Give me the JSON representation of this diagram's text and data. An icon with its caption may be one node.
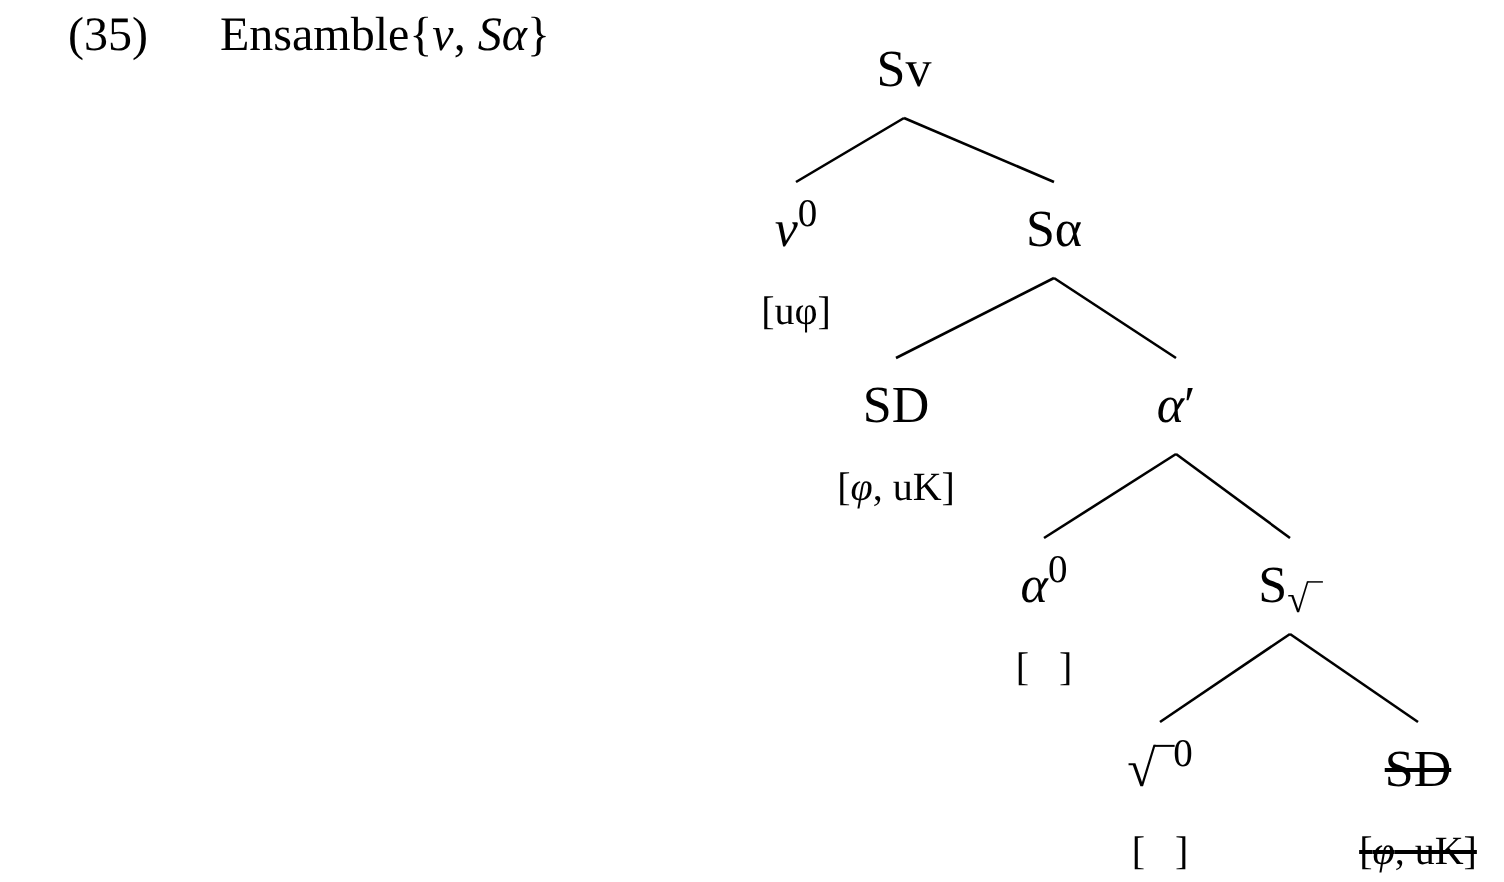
{
  "diagram": {
    "title": "Ensamble{*v*, *Sα*}",
    "labels": [
      "(35)"
    ],
    "nodes": [
      {
        "text": [
          "Sv"
        ]
      },
      {
        "text": [
          "*v*$^{0}$"
        ],
        "beside": [
          "[uφ]"
        ]
      },
      {
        "text": [
          "Sα"
        ]
      },
      {
        "text": [
          "SD"
        ],
        "beside": [
          "[*φ*, uK]"
        ]
      },
      {
        "text": [
          "*α*′"
        ]
      },
      {
        "text": [
          "*α*$^{0}$"
        ],
        "beside": [
          "[   ]"
        ]
      },
      {
        "text": [
          "S$_{√‾}$"
        ]
      },
      {
        "text": [
          "√‾$^{0}$"
        ],
        "beside": [
          "[   ]"
        ]
      },
      {
        "text": [
          "SD"
        ],
        "beside": [
          "[*φ*, uK]"
        ]
      }
    ],
    "edges": [
      {
        "from": 0,
        "to": 1,
        "arrow": "none"
      },
      {
        "from": 0,
        "to": 2,
        "arrow": "none"
      },
      {
        "from": 2,
        "to": 3,
        "arrow": "none"
      },
      {
        "from": 2,
        "to": 4,
        "arrow": "none"
      },
      {
        "from": 4,
        "to": 5,
        "arrow": "none"
      },
      {
        "from": 4,
        "to": 6,
        "arrow": "none"
      },
      {
        "from": 6,
        "to": 7,
        "arrow": "none"
      },
      {
        "from": 6,
        "to": 8,
        "arrow": "none"
      }
    ]
  }
}
